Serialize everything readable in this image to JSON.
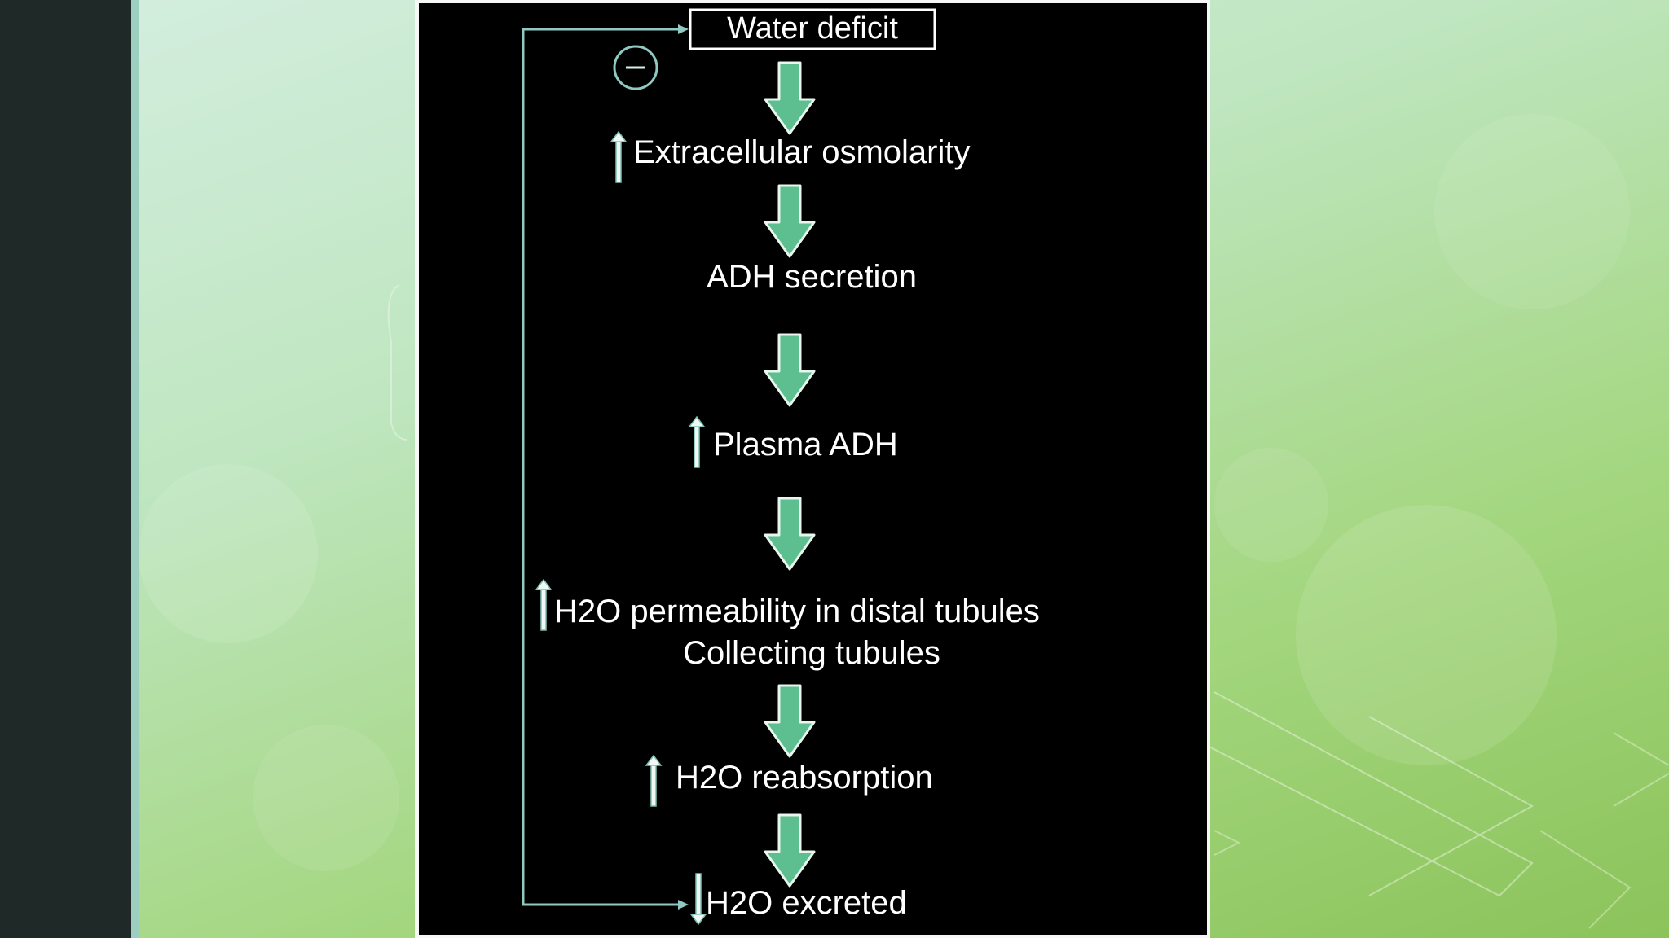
{
  "diagram": {
    "nodes": {
      "water_deficit": "Water deficit",
      "extracellular_osmolarity": "Extracellular osmolarity",
      "adh_secretion": "ADH secretion",
      "plasma_adh": "Plasma ADH",
      "h2o_permeability_line1": "H2O permeability in distal tubules",
      "h2o_permeability_line2": "Collecting tubules",
      "h2o_reabsorption": "H2O reabsorption",
      "h2o_excreted": "H2O excreted"
    }
  },
  "colors": {
    "flow_arrow_fill": "#5dbf8f",
    "flow_arrow_stroke": "#e8f6ee",
    "feedback_line": "#8fc9c2",
    "panel_background": "#000000",
    "slide_background": "#b8e2b0",
    "sidebar": "#1f2a28"
  },
  "icons": {
    "increase": "up-arrow-icon",
    "decrease": "down-arrow-icon",
    "inhibition": "minus-circle-icon",
    "flow": "down-arrow-icon"
  }
}
